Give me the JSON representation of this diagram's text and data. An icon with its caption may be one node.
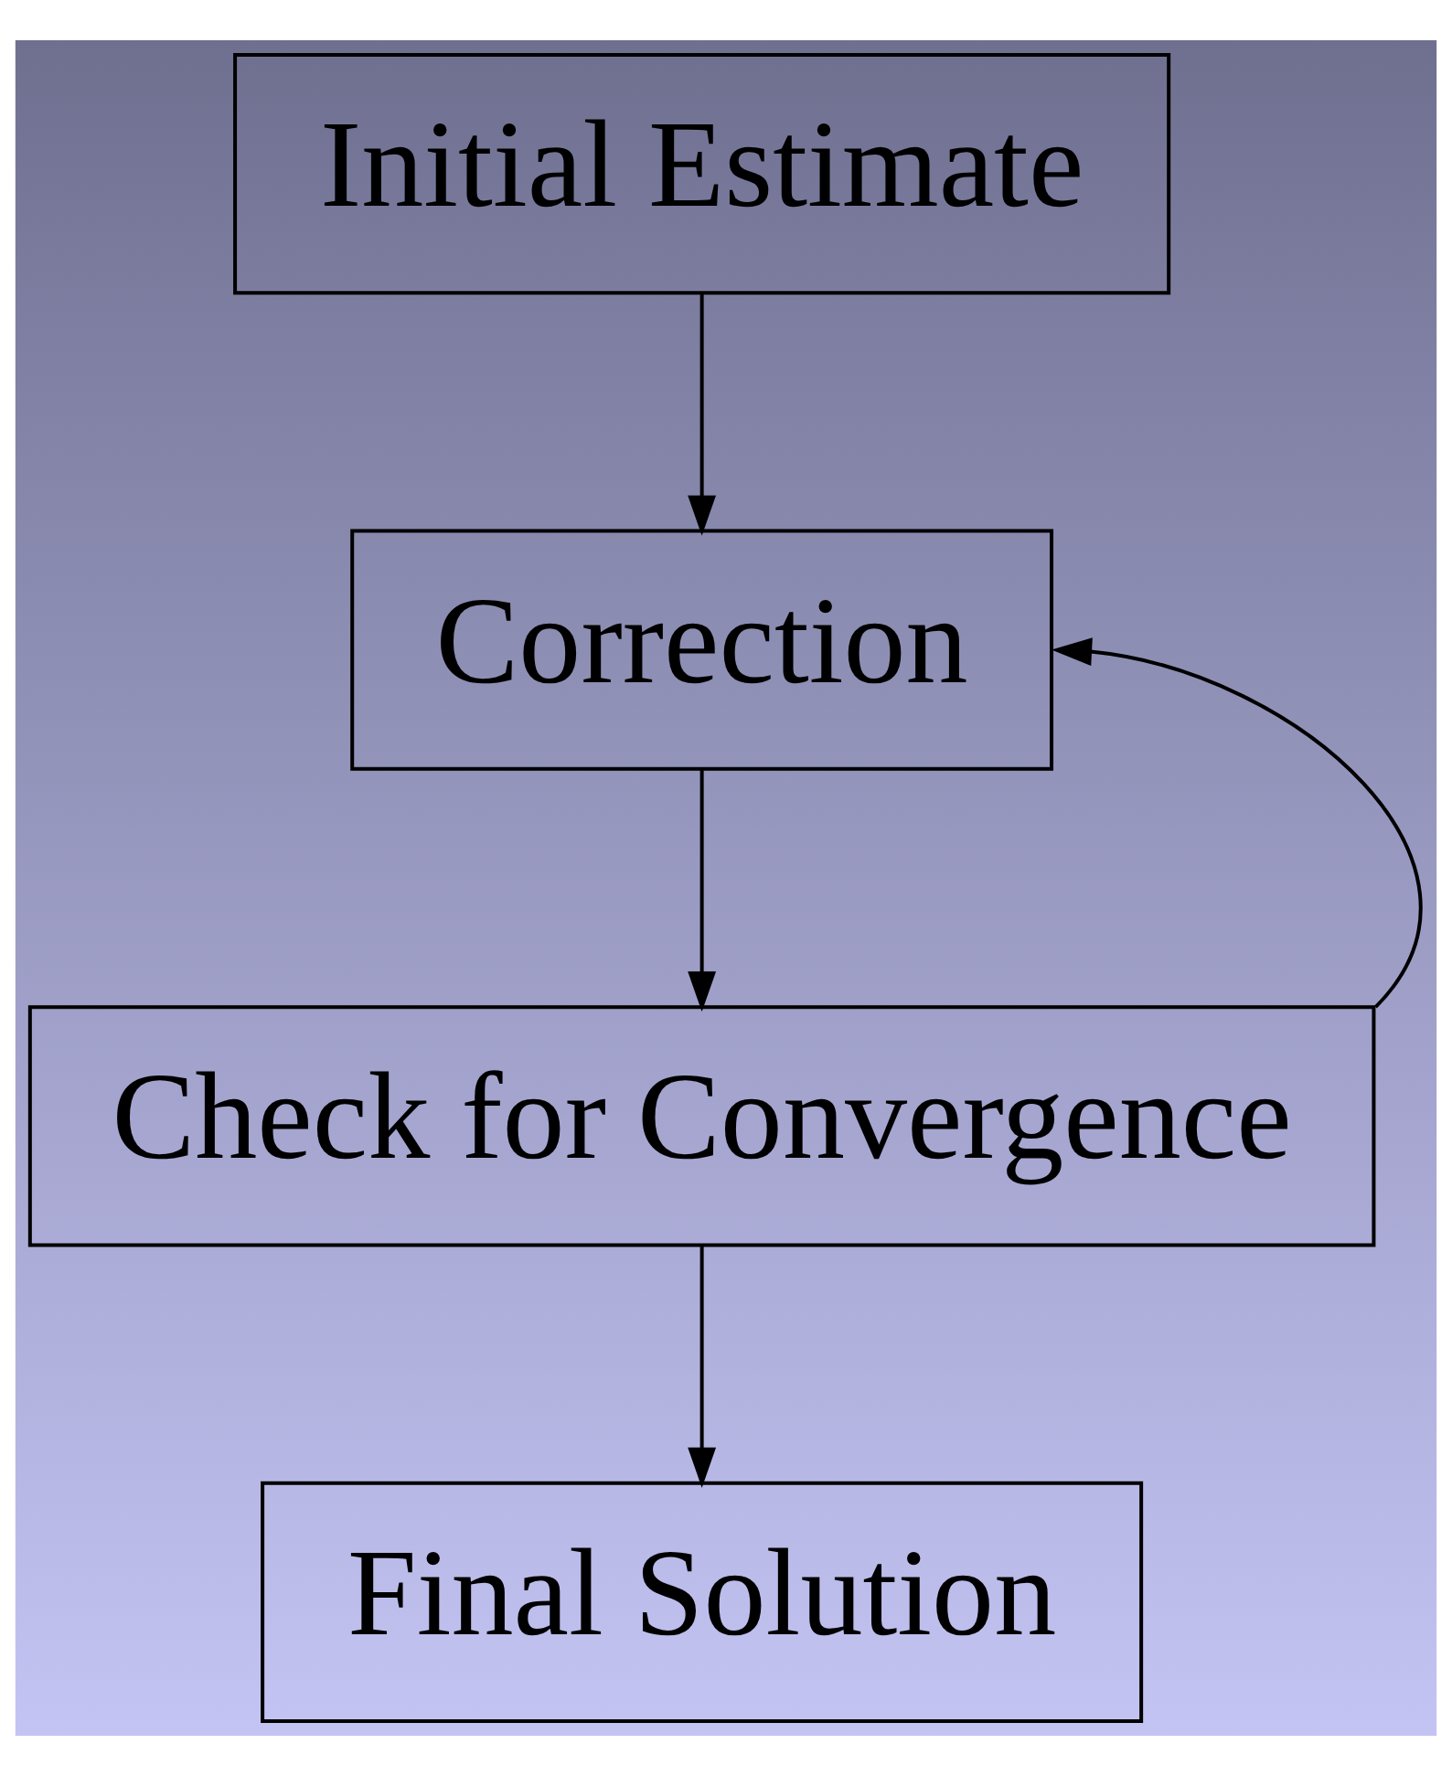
{
  "diagram": {
    "nodes": [
      {
        "text": [
          "Initial Estimate"
        ]
      },
      {
        "text": [
          "Correction"
        ]
      },
      {
        "text": [
          "Check for Convergence"
        ]
      },
      {
        "text": [
          "Final Solution"
        ]
      }
    ],
    "edges": [
      {
        "from": 0,
        "to": 1,
        "arrow": "to"
      },
      {
        "from": 1,
        "to": 2,
        "arrow": "to"
      },
      {
        "from": 2,
        "to": 1,
        "arrow": "to"
      },
      {
        "from": 2,
        "to": 3,
        "arrow": "to"
      }
    ]
  }
}
